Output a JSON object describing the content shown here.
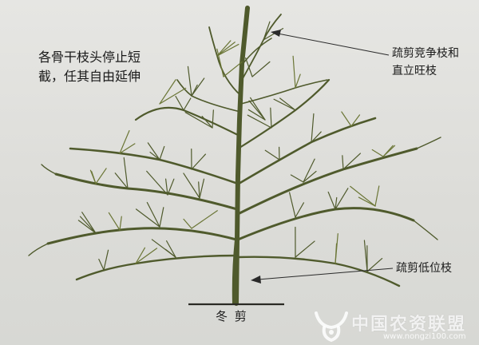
{
  "note_topleft": [
    "各骨干枝头停止短",
    "截，任其自由延伸"
  ],
  "label_competing": [
    "疏剪竞争枝和",
    "直立旺枝"
  ],
  "label_low": "疏剪低位枝",
  "caption": "冬 剪",
  "watermark": {
    "text": "中国农资联盟",
    "url": "www.nongzi100.com"
  },
  "colors": {
    "branch": "#4f5a2c",
    "branch_light": "#6b7636",
    "ground": "#2a2a24",
    "arrow": "#2a2a2a"
  }
}
